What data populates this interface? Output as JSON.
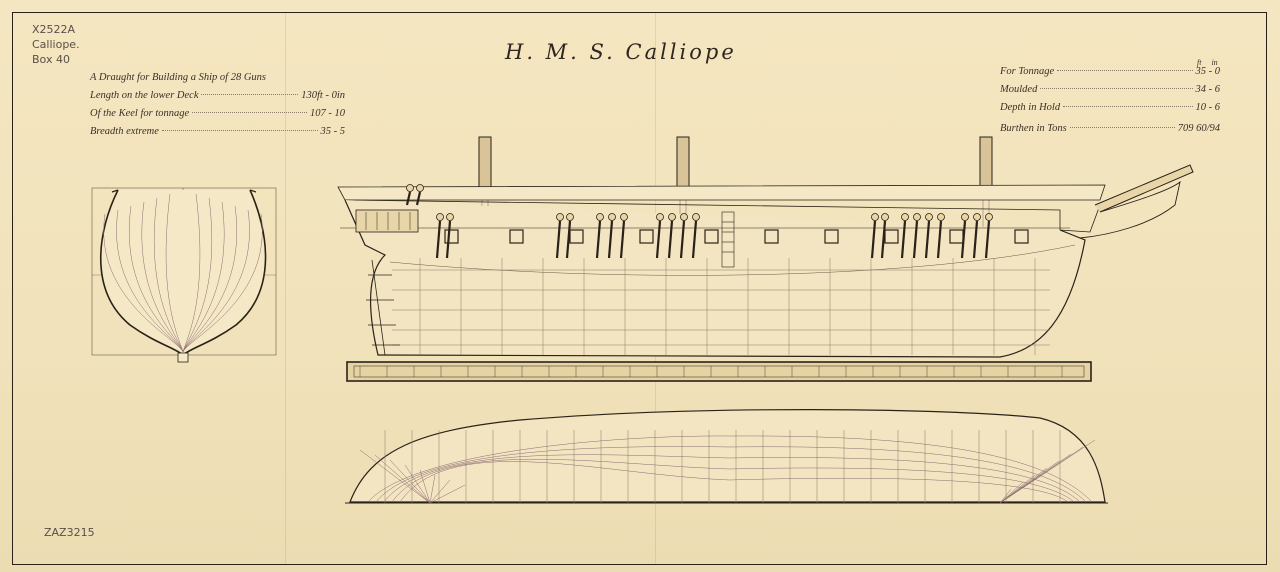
{
  "title": "H. M. S. Calliope",
  "archive_notes": {
    "line1": "X2522A",
    "line2": "Calliope.",
    "line3": "Box 40",
    "reference": "ZAZ3215"
  },
  "left_specs": {
    "heading": "A Draught for Building a Ship of 28 Guns",
    "rows": [
      {
        "label": "Length on the lower Deck",
        "value": "130ft - 0in"
      },
      {
        "label": "Of the Keel for tonnage",
        "value": "107 - 10"
      },
      {
        "label": "Breadth extreme",
        "value": "35 - 5"
      }
    ]
  },
  "right_specs": {
    "units": "ft in",
    "rows": [
      {
        "label": "For Tonnage",
        "value": "35 - 0"
      },
      {
        "label": "Moulded",
        "value": "34 - 6"
      },
      {
        "label": "Depth in Hold",
        "value": "10 - 6"
      },
      {
        "label": "Burthen in Tons",
        "value": "709 60/94"
      }
    ]
  },
  "colors": {
    "paper": "#f1e2bb",
    "ink": "#2a2218",
    "red_ink": "#a07080"
  }
}
